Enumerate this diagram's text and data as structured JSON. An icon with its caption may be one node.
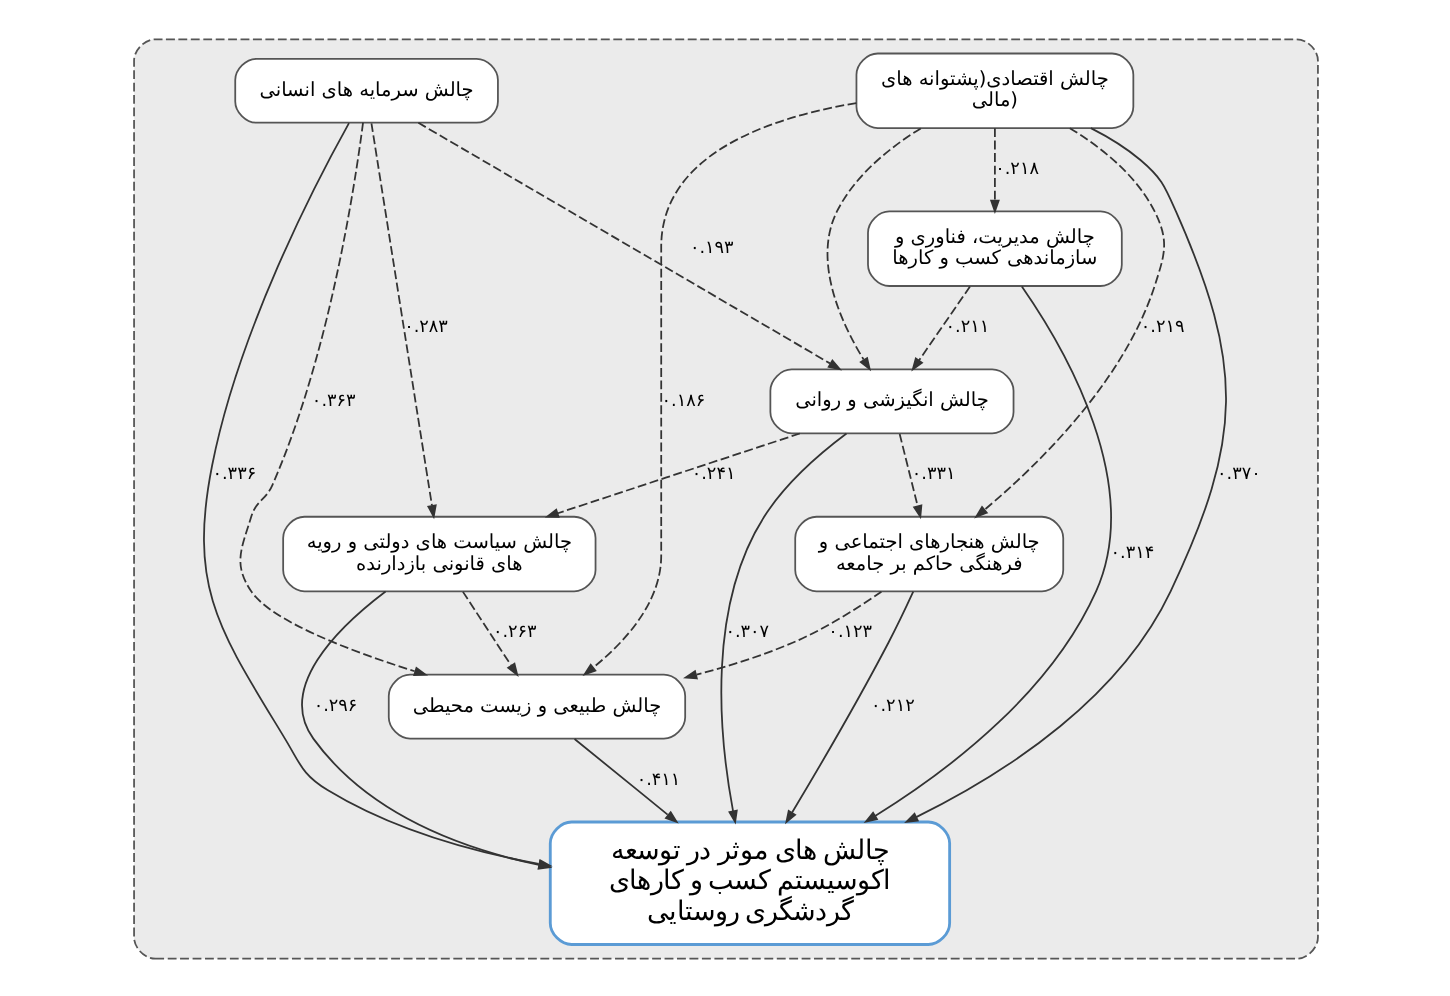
{
  "diagram": {
    "nodes": [
      {
        "text": [],
        "shape": "box"
      },
      {
        "text": [
          "چالش طبیعی و زیست محیطی"
        ],
        "in": 0
      },
      {
        "text": [
          "چالش هنجارهای اجتماعی و فرهنگی حاکم بر جامعه"
        ],
        "in": 0
      },
      {
        "text": [
          "چالش سیاست های دولتی و رویه های قانونی بازدارنده"
        ],
        "in": 0
      },
      {
        "text": [
          "چالش های موثر در توسعه اکوسیستم کسب و کارهای گردشگری روستایی"
        ],
        "in": 0
      },
      {
        "text": [
          "چالش اقتصادی(پشتوانه های مالی)"
        ],
        "in": 0
      },
      {
        "text": [
          "چالش سرمایه های انسانی"
        ],
        "in": 0
      },
      {
        "text": [
          "چالش انگیزشی و روانی"
        ],
        "in": 0
      },
      {
        "text": [
          "چالش مدیریت، فناوری و سازماندهی کسب و کارها"
        ],
        "in": 0
      }
    ],
    "edges": [
      {
        "from": 2,
        "to": 1,
        "arrow": "to",
        "label": "۰.۱۲۳",
        "style": "dashed"
      },
      {
        "from": 5,
        "to": 1,
        "arrow": "to",
        "label": "۰.۱۸۶",
        "style": "dashed"
      },
      {
        "from": 3,
        "to": 1,
        "arrow": "to",
        "label": "۰.۲۶۳",
        "style": "dashed"
      },
      {
        "from": 6,
        "to": 1,
        "arrow": "to",
        "label": "۰.۳۶۳",
        "style": "dashed"
      },
      {
        "from": 5,
        "to": 2,
        "arrow": "to",
        "label": "۰.۲۱۹",
        "style": "dashed"
      },
      {
        "from": 7,
        "to": 2,
        "arrow": "to",
        "label": "۰.۳۳۱",
        "style": "dashed"
      },
      {
        "from": 1,
        "to": 4,
        "arrow": "to",
        "label": "۰.۴۱۱"
      },
      {
        "from": 2,
        "to": 4,
        "arrow": "to",
        "label": "۰.۲۱۲"
      },
      {
        "from": 3,
        "to": 4,
        "arrow": "to",
        "label": "۰.۲۹۶"
      },
      {
        "from": 5,
        "to": 4,
        "arrow": "to",
        "label": "۰.۳۷۰"
      },
      {
        "from": 6,
        "to": 4,
        "arrow": "to",
        "label": "۰.۳۳۶"
      },
      {
        "from": 7,
        "to": 4,
        "arrow": "to",
        "label": "۰.۳۰۷"
      },
      {
        "from": 8,
        "to": 4,
        "arrow": "to",
        "label": "۰.۳۱۴"
      },
      {
        "from": 6,
        "to": 3,
        "arrow": "to",
        "label": "۰.۲۸۳",
        "style": "dashed"
      },
      {
        "from": 7,
        "to": 3,
        "arrow": "to",
        "label": "۰.۲۴۱",
        "style": "dashed"
      },
      {
        "from": 6,
        "to": 7,
        "arrow": "to",
        "label": "۰.۱۹۳",
        "style": "dashed"
      },
      {
        "from": 5,
        "to": 8,
        "arrow": "to",
        "label": "۰.۲۱۸",
        "style": "dashed"
      },
      {
        "from": 8,
        "to": 7,
        "arrow": "to",
        "label": "۰.۲۱۱",
        "style": "dashed"
      },
      {
        "from": 5,
        "to": 7,
        "arrow": "to",
        "style": "dashed"
      }
    ]
  }
}
